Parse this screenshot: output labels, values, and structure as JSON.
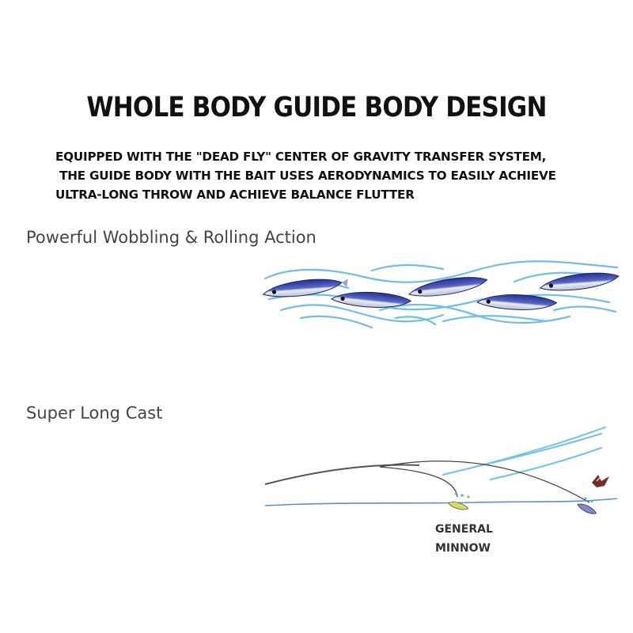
{
  "title": "WHOLE BODY GUIDE BODY DESIGN",
  "description": {
    "line1": "EQUIPPED WITH THE \"DEAD FLY\" CENTER OF GRAVITY TRANSFER SYSTEM,",
    "line2": " THE GUIDE BODY WITH THE BAIT USES AERODYNAMICS TO EASILY ACHIEVE",
    "line3": "ULTRA-LONG THROW AND ACHIEVE BALANCE FLUTTER"
  },
  "sections": [
    {
      "label": "Powerful Wobbling & Rolling Action"
    },
    {
      "label": "Super Long Cast"
    }
  ],
  "cast_diagram": {
    "general_minnow_line1": "GENERAL",
    "general_minnow_line2": "MINNOW"
  },
  "colors": {
    "lure_blue": "#3a49a8",
    "water_blue": "#4aa7d8",
    "text_dark": "#111111"
  }
}
